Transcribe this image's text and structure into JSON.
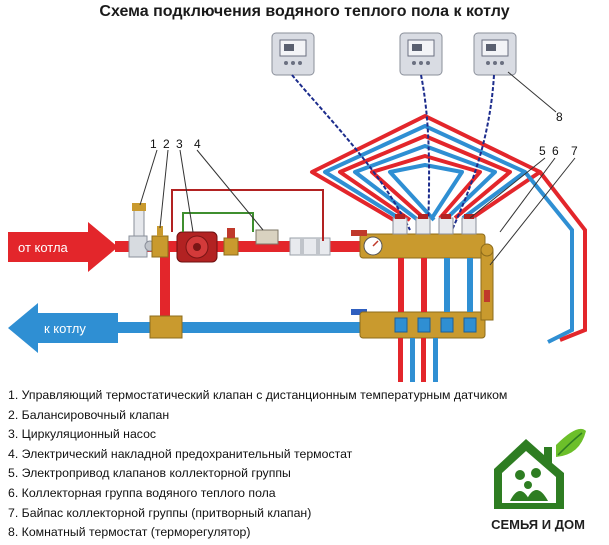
{
  "title": "Схема подключения водяного теплого пола к котлу",
  "arrows": {
    "supply": "от котла",
    "return": "к котлу"
  },
  "callouts": {
    "n1": "1",
    "n2": "2",
    "n3": "3",
    "n4": "4",
    "n5": "5",
    "n6": "6",
    "n7": "7",
    "n8": "8"
  },
  "legend": [
    "1. Управляющий термостатический клапан с дистанционным температурным датчиком",
    "2. Балансировочный клапан",
    "3. Циркуляционный насос",
    "4. Электрический накладной предохранительный термостат",
    "5. Электропривод клапанов коллекторной группы",
    "6. Коллекторная группа водяного теплого пола",
    "7. Байпас коллекторной группы (притворный клапан)",
    "8. Комнатный термостат (терморегулятор)"
  ],
  "logo": {
    "text": "СЕМЬЯ И ДОМ"
  },
  "colors": {
    "supply": "#e3262b",
    "return": "#2f8fd3",
    "brass": "#c99a2e",
    "green": "#3f8f2f"
  }
}
